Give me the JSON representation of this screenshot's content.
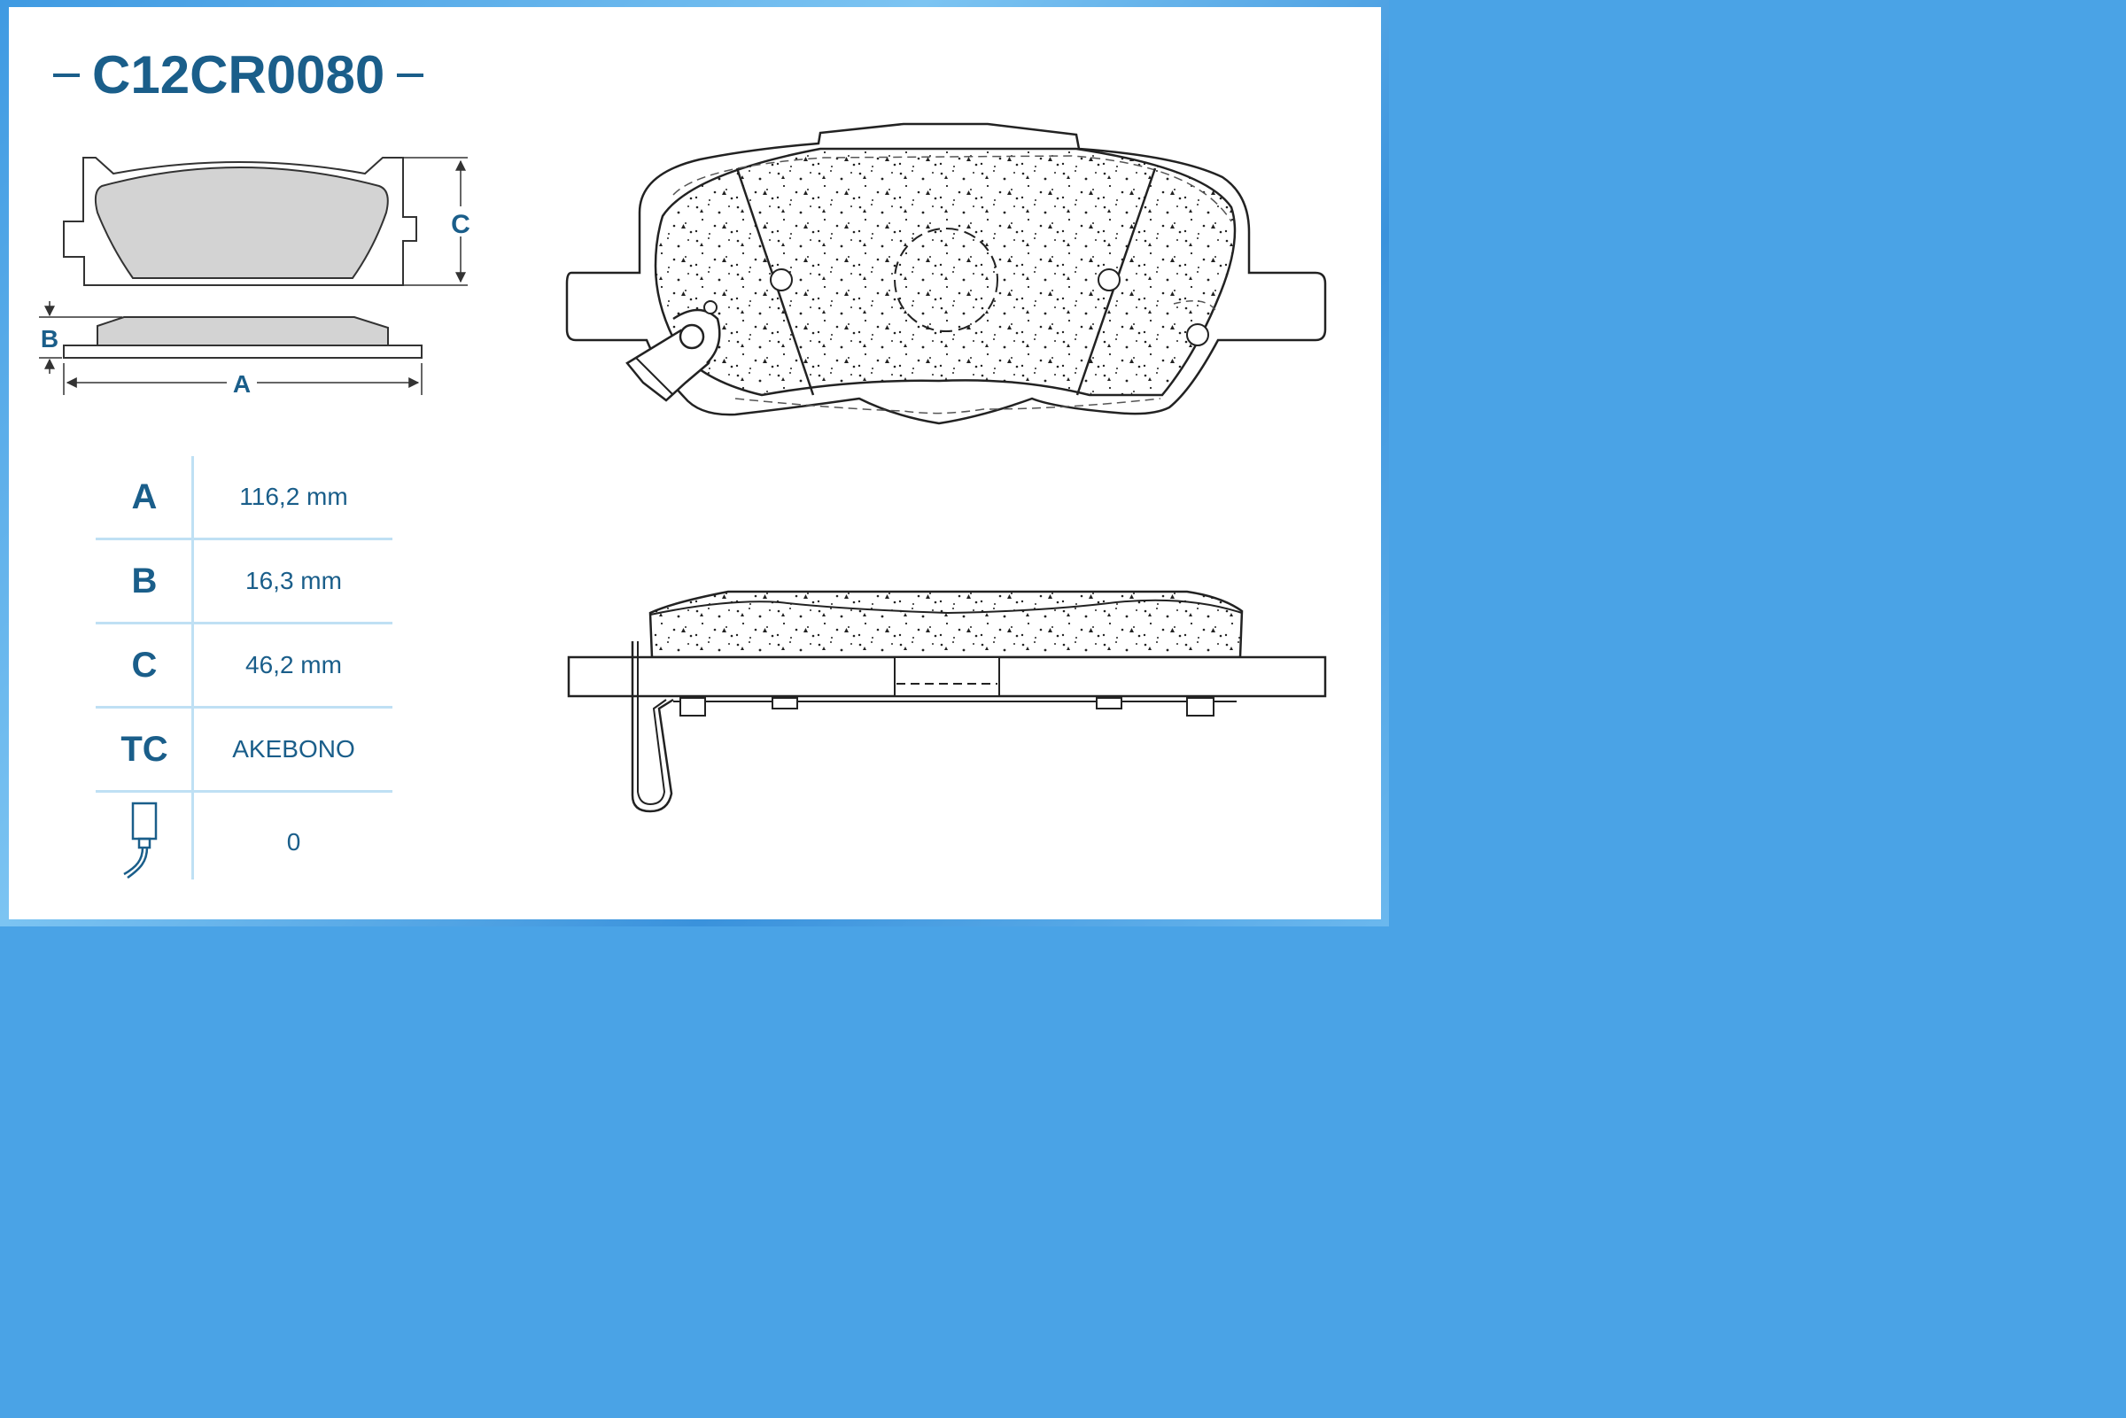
{
  "title": {
    "code": "C12CR0080"
  },
  "dimension_labels": {
    "a": "A",
    "b": "B",
    "c": "C"
  },
  "specs": [
    {
      "key": "A",
      "value": "116,2 mm"
    },
    {
      "key": "B",
      "value": "16,3 mm"
    },
    {
      "key": "C",
      "value": "46,2 mm"
    },
    {
      "key": "TC",
      "value": "AKEBONO"
    },
    {
      "key_icon": "wear-sensor-icon",
      "value": "0"
    }
  ],
  "colors": {
    "accent": "#1a5e8a",
    "frame": "#4aa3e6",
    "divider": "#bfe0f4",
    "pad_fill": "#d3d3d3"
  }
}
